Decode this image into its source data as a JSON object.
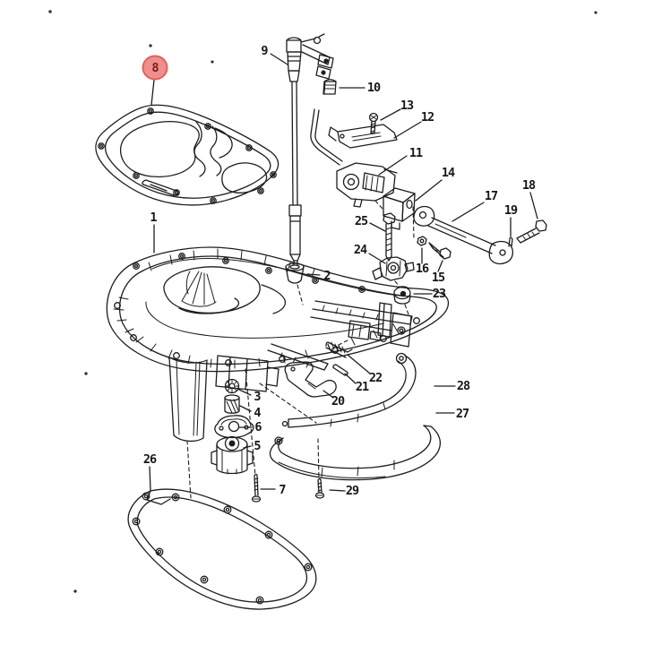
{
  "colors": {
    "background": "#ffffff",
    "ink": "#1d1d1d",
    "highlight_fill": "#ef8f8d",
    "highlight_stroke": "#e0605e",
    "highlight_text": "#7c1d1d"
  },
  "highlighted_callout": "8",
  "callouts": [
    {
      "label": "1",
      "highlighted": false
    },
    {
      "label": "2",
      "highlighted": false
    },
    {
      "label": "3",
      "highlighted": false
    },
    {
      "label": "4",
      "highlighted": false
    },
    {
      "label": "5",
      "highlighted": false
    },
    {
      "label": "6",
      "highlighted": false
    },
    {
      "label": "7",
      "highlighted": false
    },
    {
      "label": "8",
      "highlighted": true
    },
    {
      "label": "9",
      "highlighted": false
    },
    {
      "label": "10",
      "highlighted": false
    },
    {
      "label": "11",
      "highlighted": false
    },
    {
      "label": "12",
      "highlighted": false
    },
    {
      "label": "13",
      "highlighted": false
    },
    {
      "label": "14",
      "highlighted": false
    },
    {
      "label": "15",
      "highlighted": false
    },
    {
      "label": "16",
      "highlighted": false
    },
    {
      "label": "17",
      "highlighted": false
    },
    {
      "label": "18",
      "highlighted": false
    },
    {
      "label": "19",
      "highlighted": false
    },
    {
      "label": "20",
      "highlighted": false
    },
    {
      "label": "21",
      "highlighted": false
    },
    {
      "label": "22",
      "highlighted": false
    },
    {
      "label": "23",
      "highlighted": false
    },
    {
      "label": "24",
      "highlighted": false
    },
    {
      "label": "25",
      "highlighted": false
    },
    {
      "label": "26",
      "highlighted": false
    },
    {
      "label": "27",
      "highlighted": false
    },
    {
      "label": "28",
      "highlighted": false
    },
    {
      "label": "29",
      "highlighted": false
    }
  ]
}
